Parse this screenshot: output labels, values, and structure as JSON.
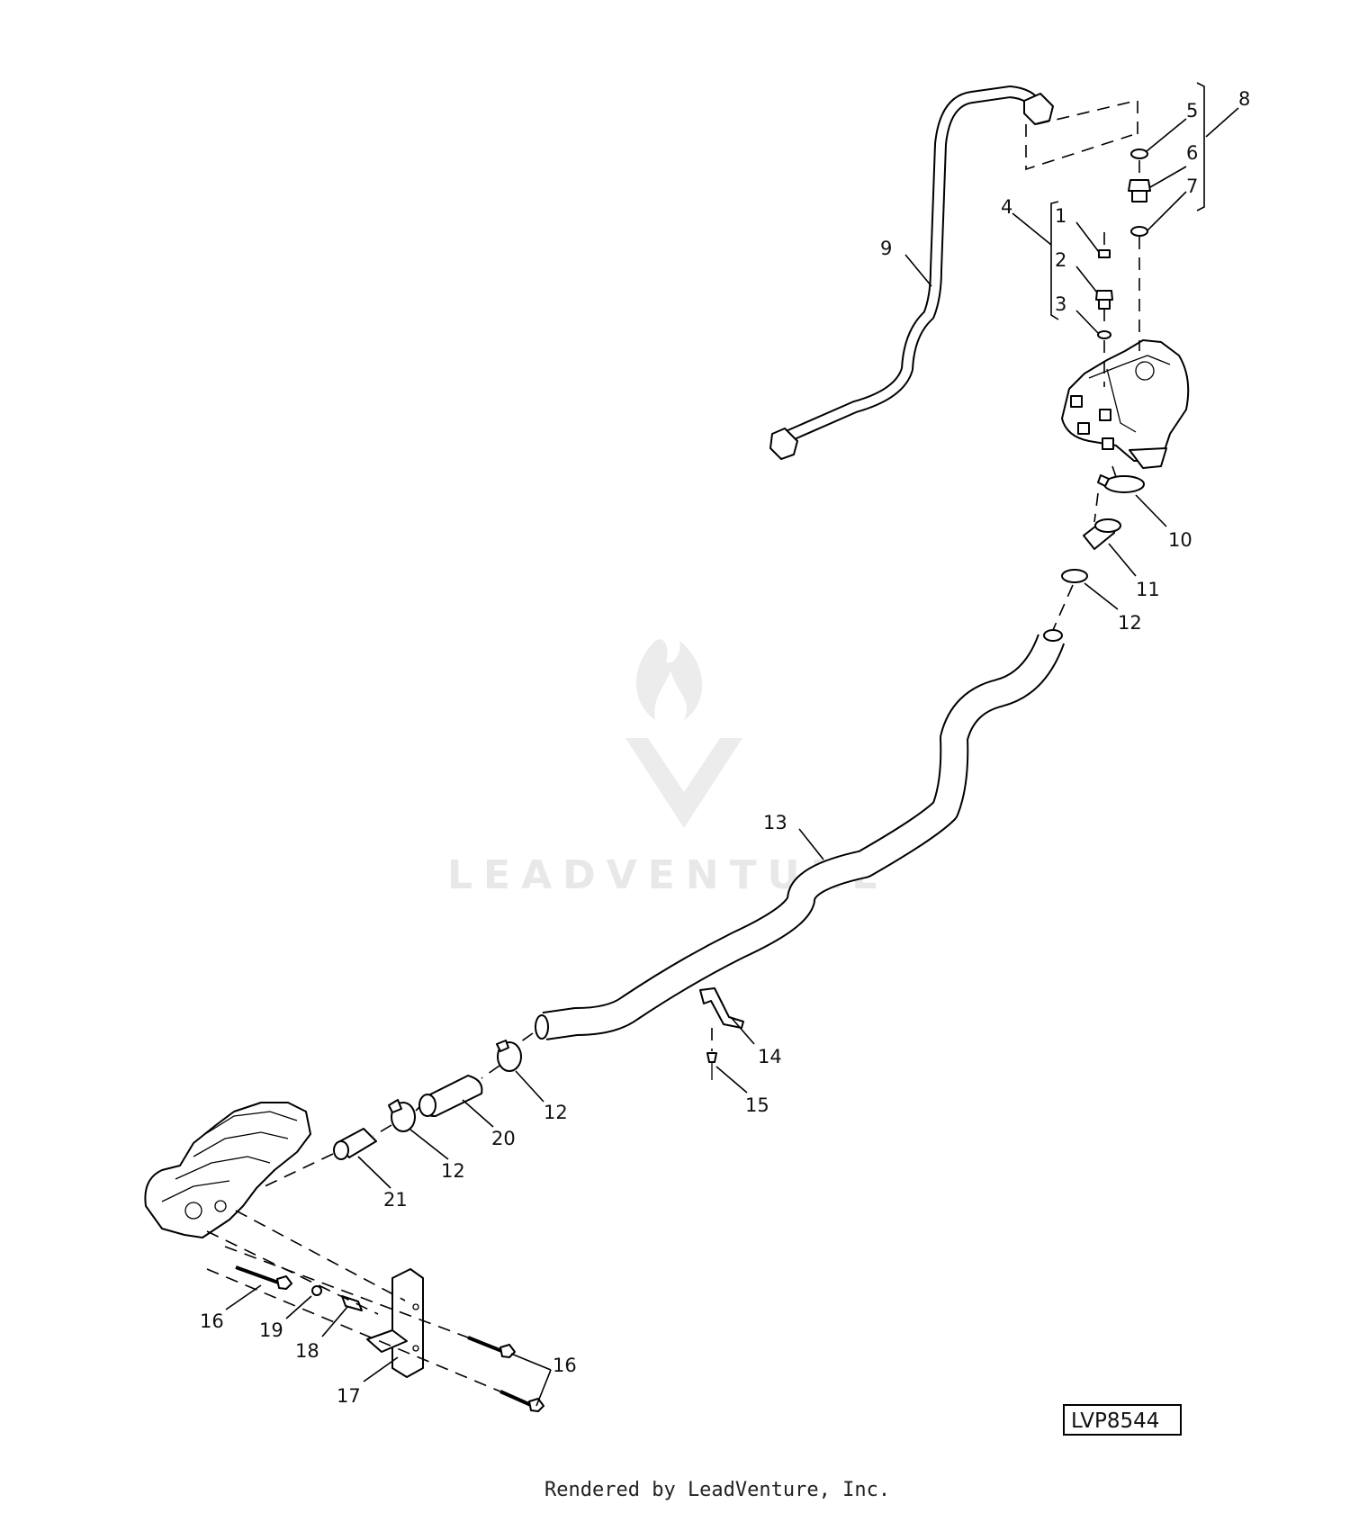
{
  "diagram": {
    "reference_code": "LVP8544",
    "watermark": "LEADVENTURE",
    "footer": "Rendered by LeadVenture, Inc.",
    "callouts": {
      "c1": "1",
      "c2": "2",
      "c3": "3",
      "c4": "4",
      "c5": "5",
      "c6": "6",
      "c7": "7",
      "c8": "8",
      "c9": "9",
      "c10": "10",
      "c11": "11",
      "c12a": "12",
      "c12b": "12",
      "c12c": "12",
      "c13": "13",
      "c14": "14",
      "c15": "15",
      "c16a": "16",
      "c16b": "16",
      "c17": "17",
      "c18": "18",
      "c19": "19",
      "c20": "20",
      "c21": "21"
    }
  }
}
